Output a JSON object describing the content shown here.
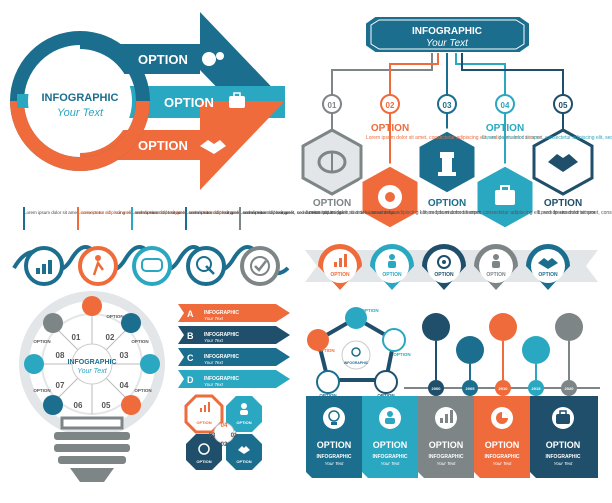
{
  "colors": {
    "dark_blue": "#1b6e8e",
    "teal": "#2aa7c1",
    "orange": "#ef6b3c",
    "gray": "#7d8587",
    "navy": "#1f4f6b",
    "light_gray": "#e3e6e8"
  },
  "arrow_panel": {
    "title": "INFOGRAPHIC",
    "subtitle": "Your Text",
    "options": [
      {
        "label": "OPTION",
        "icon": "brain-gear-icon"
      },
      {
        "label": "OPTION",
        "icon": "briefcase-icon"
      },
      {
        "label": "OPTION",
        "icon": "handshake-icon"
      }
    ]
  },
  "hex_tree": {
    "title": "INFOGRAPHIC",
    "subtitle": "Your Text",
    "numbers": [
      "01",
      "02",
      "03",
      "04",
      "05"
    ],
    "option_label": "OPTION",
    "body": "Lorem ipsum dolor sit amet, consectetur adipiscing elit, sed do eiusmod tempor",
    "icons": [
      "brain-icon",
      "brain-gear-icon",
      "chess-rook-icon",
      "briefcase-icon",
      "handshake-icon"
    ]
  },
  "timeline_circles": {
    "body": "Lorem ipsum dolor sit amet, consectetur adipiscing elit, sed do eiusmod tempor",
    "icons": [
      "growth-chart-icon",
      "running-person-icon",
      "chat-bubble-icon",
      "target-click-icon",
      "check-badge-icon"
    ]
  },
  "ribbon_circles": {
    "label": "OPTION",
    "icons": [
      "bar-chart-icon",
      "team-icon",
      "target-icon",
      "people-icon",
      "handshake-icon"
    ]
  },
  "bulb": {
    "title": "INFOGRAPHIC",
    "subtitle": "Your Text",
    "numbers": [
      "01",
      "02",
      "03",
      "04",
      "05",
      "06",
      "07",
      "08"
    ],
    "option_label": "OPTION"
  },
  "abcd_list": {
    "letters": [
      "A",
      "B",
      "C",
      "D"
    ],
    "label": "INFOGRAPHIC",
    "subtitle": "Your Text"
  },
  "octagons": {
    "numbers": [
      "01",
      "02",
      "03",
      "04"
    ],
    "option_label": "OPTION"
  },
  "pentagon": {
    "title": "INFOGRAPHIC",
    "option_label": "OPTION"
  },
  "pin_timeline": {
    "option_label": "OPTION",
    "years": [
      "2000",
      "2005",
      "2010",
      "2015",
      "2020"
    ]
  },
  "cards": {
    "option_label": "OPTION",
    "sub_label": "INFOGRAPHIC",
    "sub_text": "Your Text",
    "icons": [
      "lightbulb-icon",
      "team-icon",
      "growth-chart-icon",
      "pie-chart-icon",
      "briefcase-icon"
    ]
  }
}
